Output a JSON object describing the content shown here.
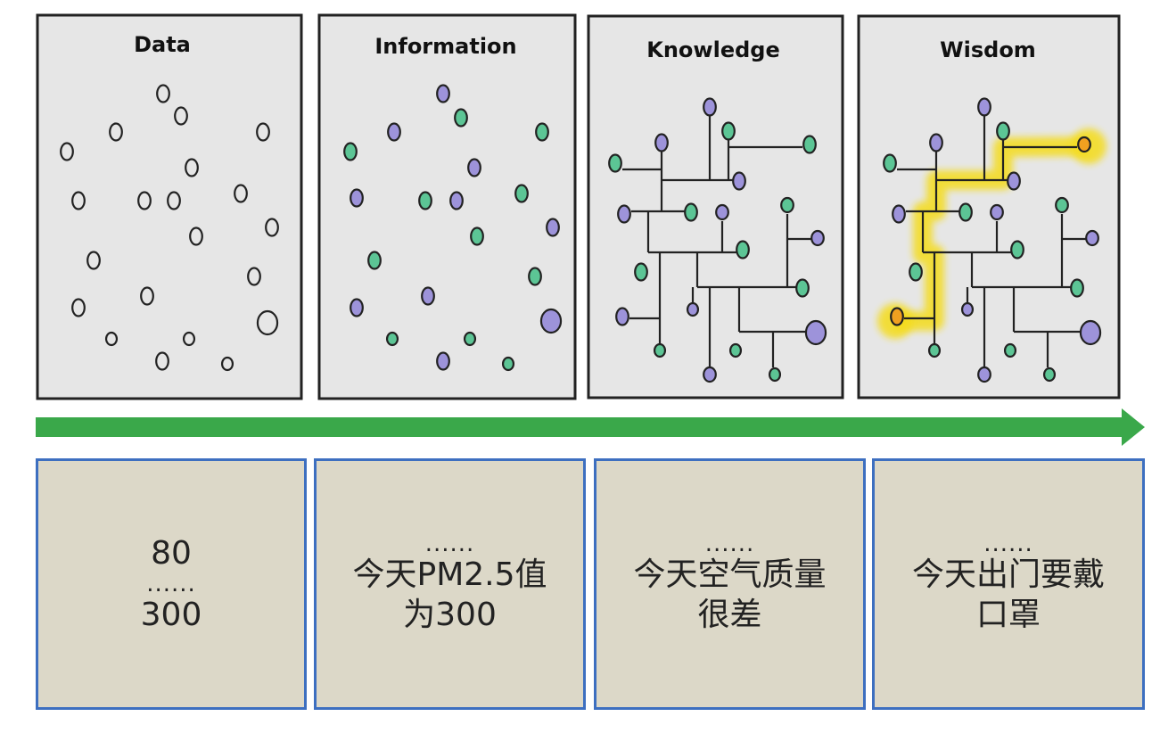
{
  "panels": [
    {
      "title": "Data"
    },
    {
      "title": "Information"
    },
    {
      "title": "Knowledge"
    },
    {
      "title": "Wisdom"
    }
  ],
  "boxes": [
    {
      "lines": [
        "80",
        "......",
        "300"
      ]
    },
    {
      "lines": [
        "......",
        "今天PM2.5值",
        "为300"
      ]
    },
    {
      "lines": [
        "......",
        "今天空气质量",
        "很差"
      ]
    },
    {
      "lines": [
        "......",
        "今天出门要戴",
        "口罩"
      ]
    }
  ],
  "colors": {
    "green_node": "#5cc595",
    "purple_node": "#9d93da",
    "arrow": "#3aa84a",
    "highlight": "#f4dc1a",
    "box_fill": "#dcd8c8",
    "box_border": "#3d6fc0"
  }
}
